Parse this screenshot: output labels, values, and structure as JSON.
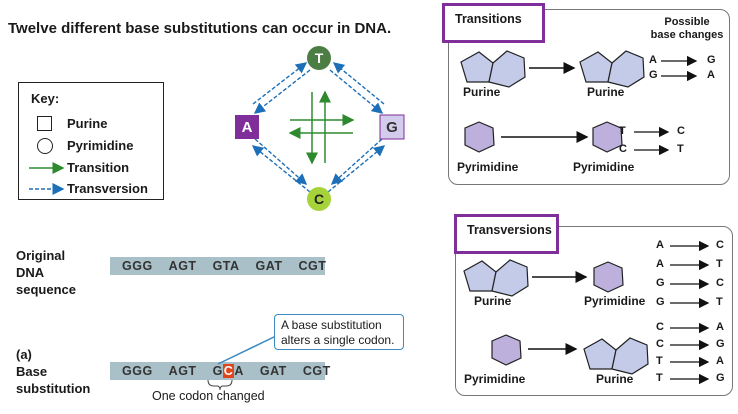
{
  "title": "Twelve different base substitutions can occur in DNA.",
  "key": {
    "heading": "Key:",
    "purine": "Purine",
    "pyrimidine": "Pyrimidine",
    "transition": "Transition",
    "transversion": "Transversion"
  },
  "bases": {
    "T": "T",
    "A": "A",
    "G": "G",
    "C": "C"
  },
  "original": {
    "label_line1": "Original",
    "label_line2": "DNA",
    "label_line3": "sequence",
    "codons": [
      "GGG",
      "AGT",
      "GTA",
      "GAT",
      "CGT"
    ]
  },
  "substitution": {
    "label_line1": "(a)",
    "label_line2": "Base",
    "label_line3": "substitution",
    "codons": [
      "GGG",
      "AGT"
    ],
    "mut_pre": "G",
    "mut_base": "C",
    "mut_post": "A",
    "codons_after": [
      "GAT",
      "CGT"
    ],
    "callout_line1": "A base substitution",
    "callout_line2": "alters a single codon.",
    "note": "One codon changed"
  },
  "transitions": {
    "heading": "Transitions",
    "possible_line1": "Possible",
    "possible_line2": "base changes",
    "purine_from": "Purine",
    "purine_to": "Purine",
    "pyrimidine_from": "Pyrimidine",
    "pyrimidine_to": "Pyrimidine",
    "changes": [
      [
        "A",
        "G"
      ],
      [
        "G",
        "A"
      ],
      [
        "T",
        "C"
      ],
      [
        "C",
        "T"
      ]
    ]
  },
  "transversions": {
    "heading": "Transversions",
    "purine_from": "Purine",
    "pyrimidine_to": "Pyrimidine",
    "pyrimidine_from": "Pyrimidine",
    "purine_to": "Purine",
    "changes": [
      [
        "A",
        "C"
      ],
      [
        "A",
        "T"
      ],
      [
        "G",
        "C"
      ],
      [
        "G",
        "T"
      ],
      [
        "C",
        "A"
      ],
      [
        "C",
        "G"
      ],
      [
        "T",
        "A"
      ],
      [
        "T",
        "G"
      ]
    ]
  },
  "colors": {
    "purple": "#7f2e9a",
    "green": "#2f8a2f",
    "blue": "#1d6fb8",
    "purine_fill": "#c3cbe9",
    "pyrimidine_fill": "#bdb0dc",
    "seq_bar": "#a9c0c9",
    "highlight": "#e0461c"
  }
}
